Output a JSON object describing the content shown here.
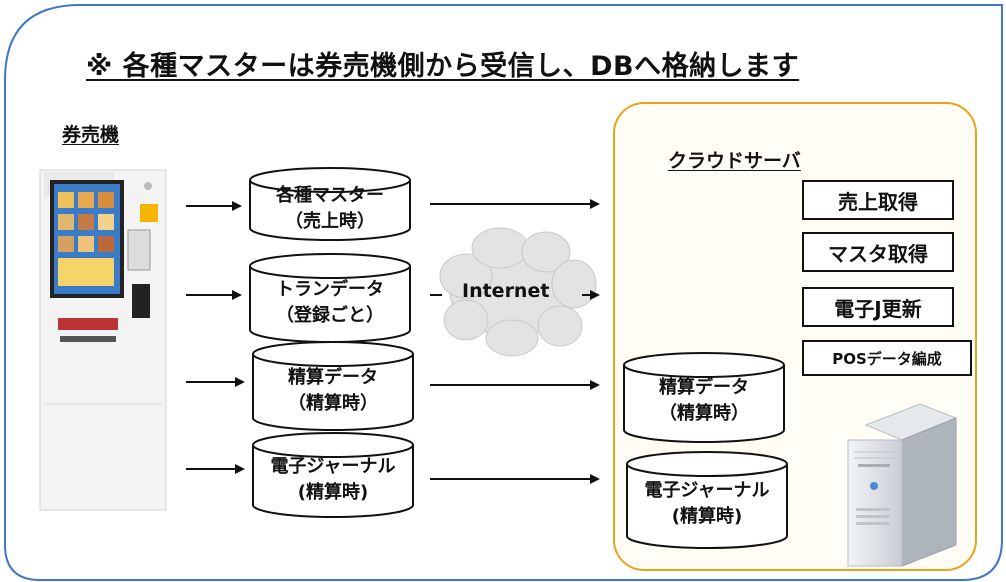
{
  "title": "※ 各種マスターは券売機側から受信し、DBへ格納します",
  "ticket_machine": {
    "label": "券売機"
  },
  "cloud": {
    "label": "クラウドサーバ",
    "functions": [
      "売上取得",
      "マスタ取得",
      "電子J更新",
      "POSデータ編成"
    ],
    "stores": [
      {
        "line1": "精算データ",
        "line2": "（精算時）"
      },
      {
        "line1": "電子ジャーナル",
        "line2": "(精算時)"
      }
    ]
  },
  "internet_label": "Internet",
  "flows": [
    {
      "line1": "各種マスター",
      "line2": "（売上時）"
    },
    {
      "line1": "トランデータ",
      "line2": "（登録ごと）"
    },
    {
      "line1": "精算データ",
      "line2": "（精算時）"
    },
    {
      "line1": "電子ジャーナル",
      "line2": "(精算時)"
    }
  ],
  "colors": {
    "frame": "#3f78c8",
    "cloud_border": "#e9a21b",
    "internet_cloud": "#e3e3e3"
  }
}
